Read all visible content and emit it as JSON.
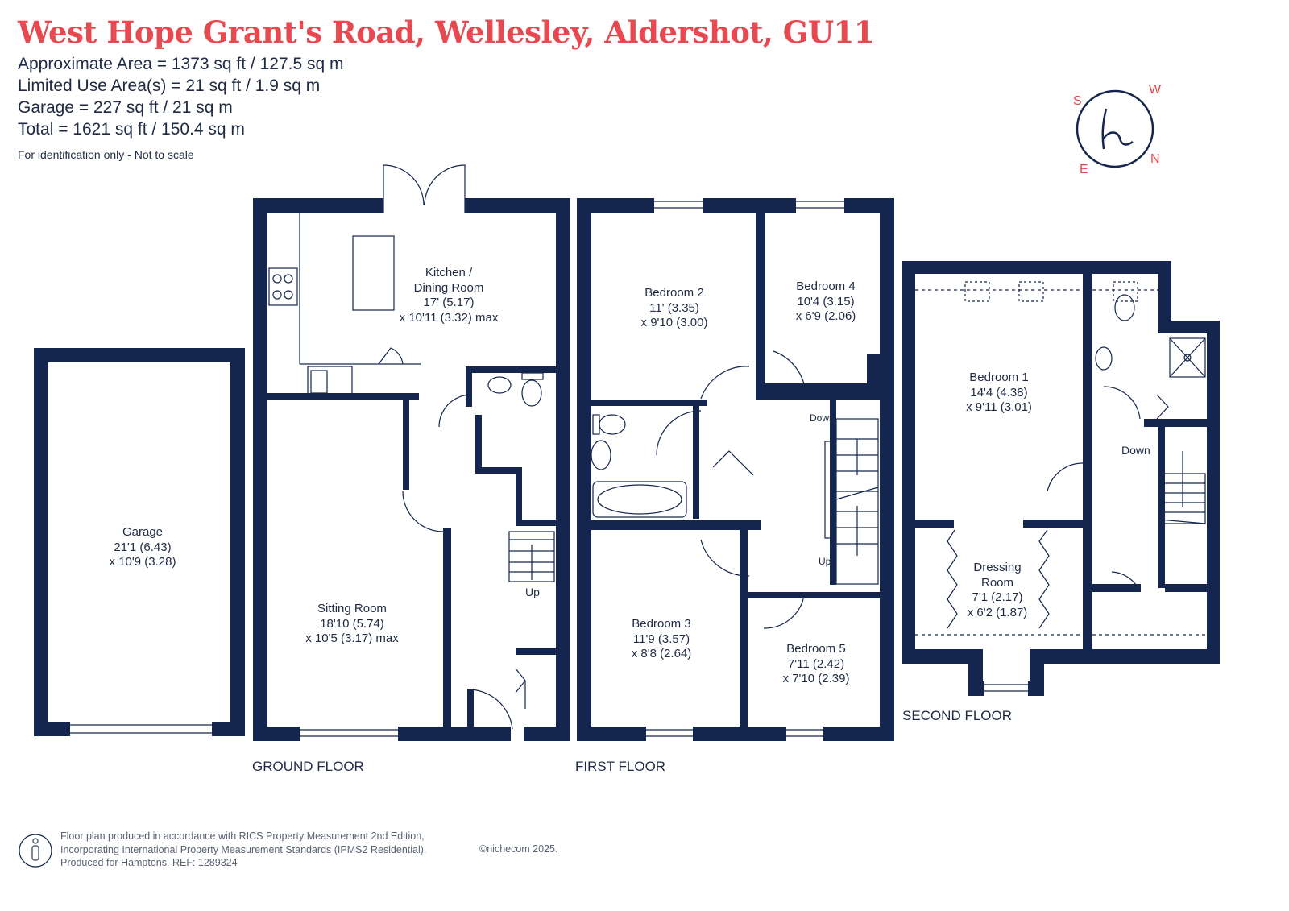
{
  "header": {
    "title": "West Hope Grant's Road, Wellesley, Aldershot, GU11",
    "area_lines": [
      "Approximate Area = 1373 sq ft / 127.5 sq m",
      "Limited Use Area(s) = 21 sq ft / 1.9 sq m",
      "Garage = 227 sq ft / 21 sq m",
      "Total = 1621 sq ft / 150.4 sq m"
    ],
    "disclaimer": "For identification only - Not to scale"
  },
  "compass": {
    "letters": [
      "S",
      "W",
      "N",
      "E"
    ]
  },
  "floors": {
    "ground": "GROUND FLOOR",
    "first": "FIRST FLOOR",
    "second": "SECOND FLOOR"
  },
  "rooms": {
    "garage": {
      "name": "Garage",
      "dim1": "21'1 (6.43)",
      "dim2": "x 10'9 (3.28)"
    },
    "kitchen": {
      "name": "Kitchen /",
      "name2": "Dining Room",
      "dim1": "17' (5.17)",
      "dim2": "x 10'11 (3.32) max"
    },
    "sitting": {
      "name": "Sitting Room",
      "dim1": "18'10 (5.74)",
      "dim2": "x 10'5 (3.17) max"
    },
    "bedroom2": {
      "name": "Bedroom 2",
      "dim1": "11' (3.35)",
      "dim2": "x 9'10 (3.00)"
    },
    "bedroom4": {
      "name": "Bedroom 4",
      "dim1": "10'4 (3.15)",
      "dim2": "x 6'9 (2.06)"
    },
    "bedroom3": {
      "name": "Bedroom 3",
      "dim1": "11'9 (3.57)",
      "dim2": "x 8'8 (2.64)"
    },
    "bedroom5": {
      "name": "Bedroom 5",
      "dim1": "7'11 (2.42)",
      "dim2": "x 7'10 (2.39)"
    },
    "bedroom1": {
      "name": "Bedroom 1",
      "dim1": "14'4 (4.38)",
      "dim2": "x 9'11 (3.01)"
    },
    "dressing": {
      "name": "Dressing",
      "name2": "Room",
      "dim1": "7'1 (2.17)",
      "dim2": "x 6'2 (1.87)"
    }
  },
  "stair_labels": {
    "ground_up": "Up",
    "first_down": "Down",
    "first_up": "Up",
    "second_down": "Down"
  },
  "footer": {
    "line1": "Floor plan produced in accordance with RICS Property Measurement 2nd Edition,",
    "line2": "Incorporating International Property Measurement Standards (IPMS2 Residential).",
    "line3": "Produced for Hamptons.   REF: 1289324",
    "copyright": "©nichecom 2025."
  },
  "colors": {
    "wall": "#14264d",
    "accent": "#e8484f",
    "text": "#1f2a44"
  }
}
